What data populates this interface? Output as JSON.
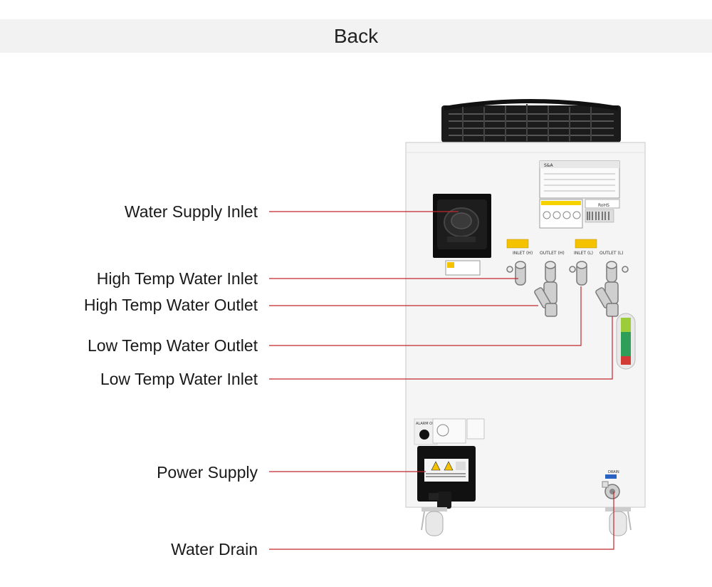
{
  "header": {
    "title": "Back"
  },
  "callouts": [
    {
      "label": "Water Supply Inlet"
    },
    {
      "label": "High Temp Water Inlet"
    },
    {
      "label": "High Temp Water Outlet"
    },
    {
      "label": "Low Temp Water Outlet"
    },
    {
      "label": "Low Temp Water Inlet"
    },
    {
      "label": "Power Supply"
    },
    {
      "label": "Water Drain"
    }
  ],
  "port_labels": {
    "inlet_h": "INLET (H)",
    "outlet_h": "OUTLET (H)",
    "inlet_l": "INLET (L)",
    "outlet_l": "OUTLET (L)"
  },
  "panel_labels": {
    "alarm_output": "ALARM OUTPUT",
    "drain": "DRAIN",
    "brand": "S&A",
    "rohs": "RoHS"
  },
  "colors": {
    "leader_line": "#c0282d",
    "header_band": "#f2f2f2",
    "cabinet": "#f5f5f5"
  }
}
